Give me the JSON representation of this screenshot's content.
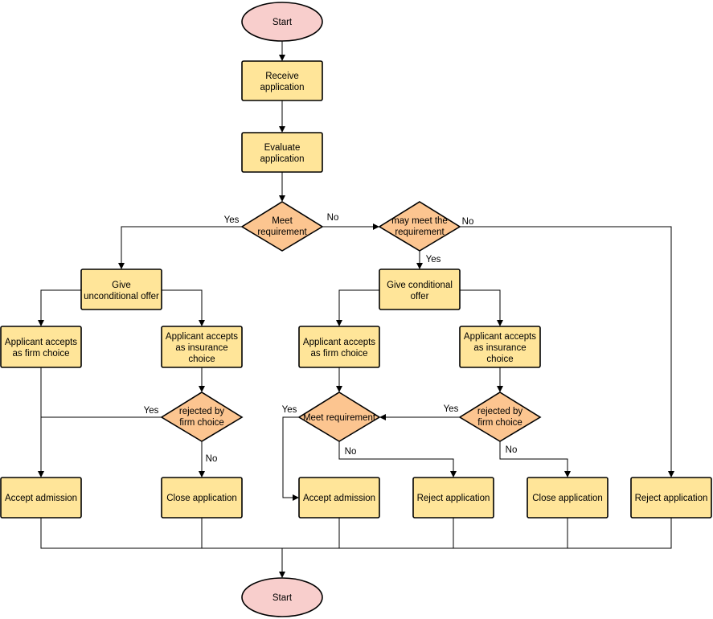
{
  "nodes": {
    "start_top": "Start",
    "receive": [
      "Receive",
      "application"
    ],
    "evaluate": [
      "Evaluate",
      "application"
    ],
    "meet_req": [
      "Meet",
      "requirement"
    ],
    "may_meet": [
      "may meet the",
      "requirement"
    ],
    "give_uncond": [
      "Give",
      "unconditional offer"
    ],
    "give_cond": [
      "Give conditional",
      "offer"
    ],
    "accept_firm_left": [
      "Applicant accepts",
      "as firm choice"
    ],
    "accept_ins_left": [
      "Applicant accepts",
      "as insurance",
      "choice"
    ],
    "accept_firm_right": [
      "Applicant accepts",
      "as firm choice"
    ],
    "accept_ins_right": [
      "Applicant accepts",
      "as insurance",
      "choice"
    ],
    "rejected_left": [
      "rejected by",
      "firm choice"
    ],
    "meet_req2": [
      "Meet requirement"
    ],
    "rejected_right": [
      "rejected by",
      "firm choice"
    ],
    "accept_adm_left": "Accept admission",
    "close_app_left": "Close application",
    "accept_adm_right": "Accept admission",
    "reject_app_mid": "Reject application",
    "close_app_right": "Close application",
    "reject_app_far": "Reject application",
    "start_bottom": "Start"
  },
  "edge_labels": {
    "yes_meet": "Yes",
    "no_meet": "No",
    "no_may": "No",
    "yes_may": "Yes",
    "yes_rej_left": "Yes",
    "no_rej_left": "No",
    "yes_meet2": "Yes",
    "no_meet2": "No",
    "yes_rej_right": "Yes",
    "no_rej_right": "No"
  },
  "colors": {
    "process_fill": "#ffe599",
    "decision_fill": "#fcc590",
    "terminal_fill": "#f8cecc",
    "stroke": "#000000"
  }
}
